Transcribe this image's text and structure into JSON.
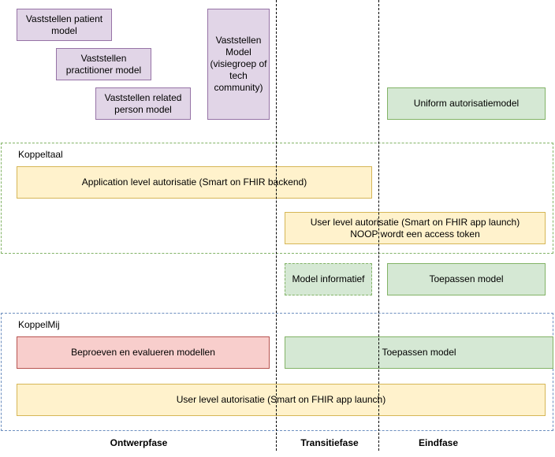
{
  "boxes": {
    "patient": "Vaststellen patient model",
    "practitioner": "Vaststellen practitioner model",
    "related": "Vaststellen related person model",
    "model": "Vaststellen Model (visiegroep of tech community)",
    "uniform": "Uniform autorisatiemodel",
    "app_level": "Application level autorisatie (Smart on FHIR backend)",
    "user_level_koppeltaal": "User level autorisatie (Smart on FHIR app launch)\nNOOP wordt een access token",
    "model_informatief": "Model informatief",
    "toepassen_model_1": "Toepassen model",
    "beproeven": "Beproeven en evalueren modellen",
    "toepassen_model_2": "Toepassen model",
    "user_level_koppelmij": "User level autorisatie (Smart on FHIR app launch)"
  },
  "groups": {
    "koppeltaal": "Koppeltaal",
    "koppelmij": "KoppelMij"
  },
  "phases": {
    "ontwerp": "Ontwerpfase",
    "transitie": "Transitiefase",
    "eind": "Eindfase"
  },
  "colors": {
    "purple_fill": "#e1d5e7",
    "green_fill": "#d5e8d4",
    "yellow_fill": "#fff2cc",
    "red_fill": "#f8cecc"
  }
}
